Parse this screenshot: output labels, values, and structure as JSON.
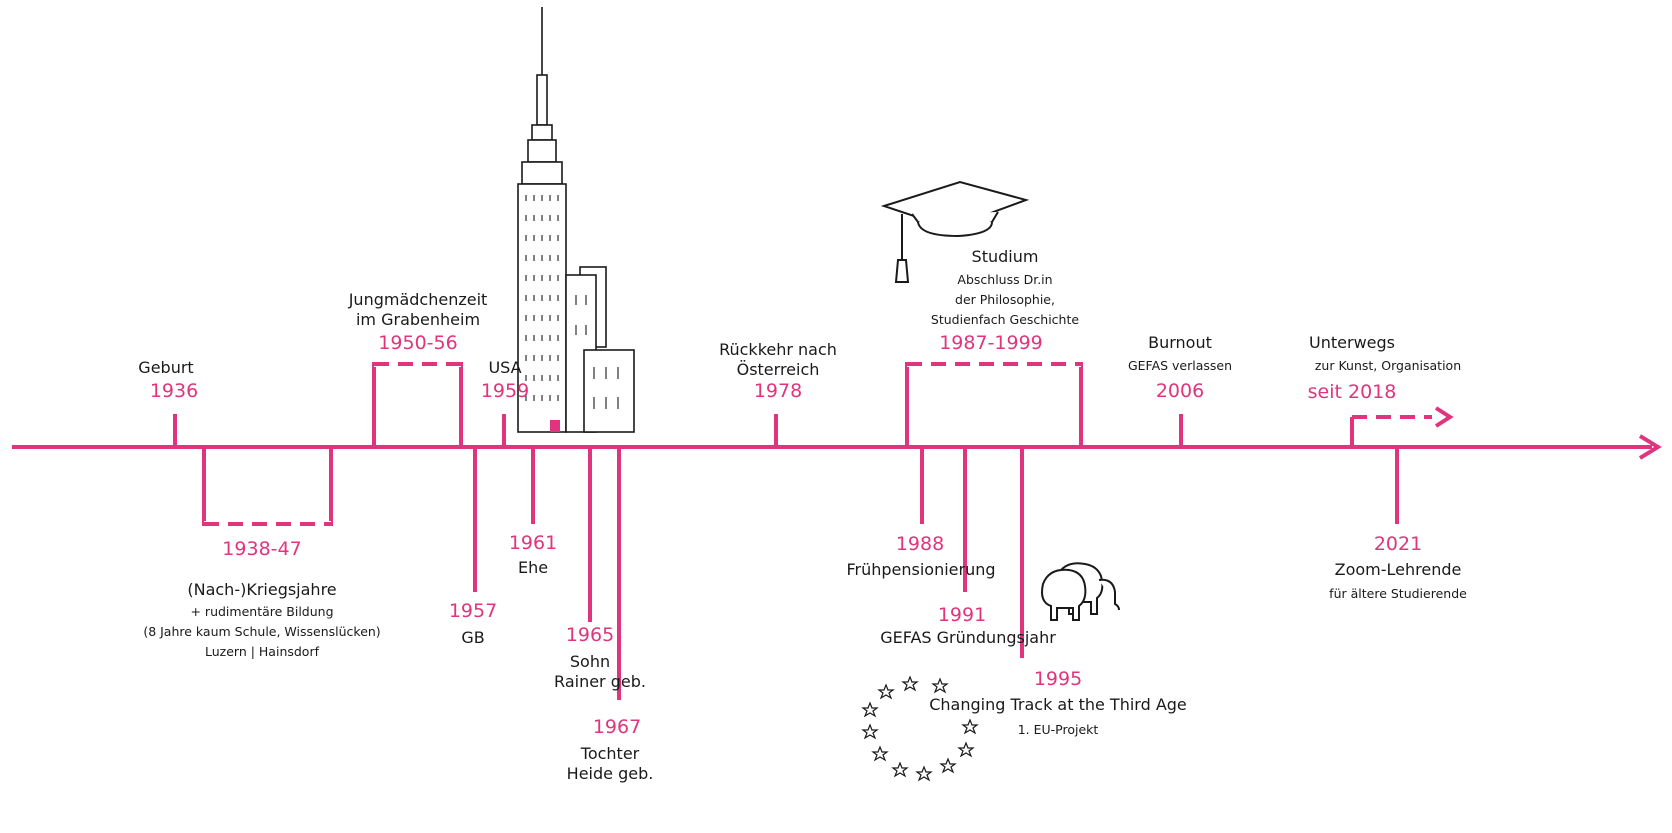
{
  "colors": {
    "accent": "#e0357e",
    "ink": "#1a1a1a"
  },
  "events": {
    "geburt": {
      "title": "Geburt",
      "year": "1936"
    },
    "kriegsjahre": {
      "year": "1938-47",
      "title": "(Nach-)Kriegsjahre",
      "note1": "+ rudimentäre Bildung",
      "note2": "(8 Jahre kaum Schule, Wissenslücken)",
      "note3": "Luzern | Hainsdorf"
    },
    "jungmaedchen": {
      "title1": "Jungmädchenzeit",
      "title2": "im Grabenheim",
      "year": "1950-56"
    },
    "gb": {
      "year": "1957",
      "title": "GB"
    },
    "usa": {
      "title": "USA",
      "year": "1959"
    },
    "ehe": {
      "year": "1961",
      "title": "Ehe"
    },
    "sohn": {
      "year": "1965",
      "title1": "Sohn",
      "title2": "Rainer geb."
    },
    "tochter": {
      "year": "1967",
      "title1": "Tochter",
      "title2": "Heide geb."
    },
    "rueckkehr": {
      "title1": "Rückkehr nach",
      "title2": "Österreich",
      "year": "1978"
    },
    "studium": {
      "title": "Studium",
      "note1": "Abschluss Dr.in",
      "note2": "der Philosophie,",
      "note3": "Studienfach Geschichte",
      "year": "1987-1999"
    },
    "fruehpension": {
      "year": "1988",
      "title": "Frühpensionierung"
    },
    "gefas": {
      "year": "1991",
      "title": "GEFAS Gründungsjahr"
    },
    "changing": {
      "year": "1995",
      "title": "Changing Track at the Third Age",
      "note": "1. EU-Projekt"
    },
    "burnout": {
      "title": "Burnout",
      "note": "GEFAS verlassen",
      "year": "2006"
    },
    "unterwegs": {
      "title": "Unterwegs",
      "note": "zur Kunst, Organisation",
      "year": "seit 2018"
    },
    "zoom": {
      "year": "2021",
      "title": "Zoom-Lehrende",
      "note": "für ältere Studierende"
    }
  },
  "icons": [
    "skyscraper-icon",
    "graduation-cap-icon",
    "elephant-icon",
    "eu-stars-icon"
  ]
}
